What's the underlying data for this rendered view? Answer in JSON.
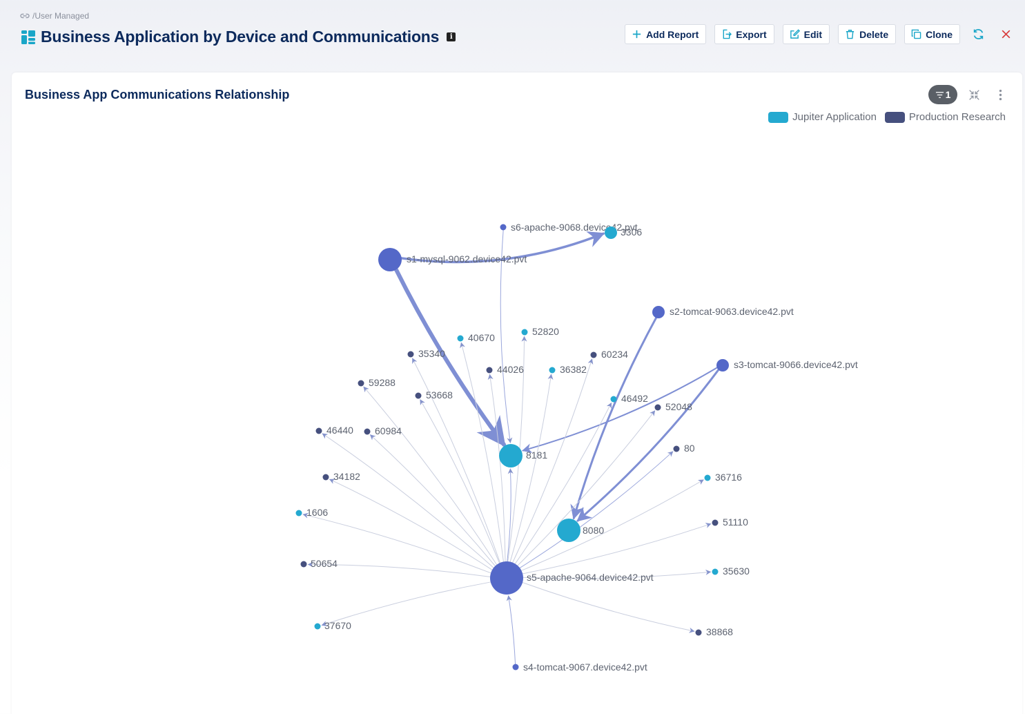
{
  "breadcrumb": {
    "text": "/User Managed",
    "icon": "link-icon"
  },
  "header": {
    "title": "Business Application by Device and Communications",
    "title_icon": "dashboard-grid-icon",
    "info_icon": "info-icon"
  },
  "toolbar": {
    "add_report": "Add Report",
    "export": "Export",
    "edit": "Edit",
    "delete": "Delete",
    "clone": "Clone",
    "refresh_icon": "refresh-icon",
    "close_icon": "close-icon"
  },
  "card": {
    "title": "Business App Communications Relationship",
    "filter_count": "1",
    "collapse_icon": "collapse-icon",
    "more_icon": "more-vertical-icon"
  },
  "legend": [
    {
      "label": "Jupiter Application",
      "color": "#24a9d0"
    },
    {
      "label": "Production Research",
      "color": "#46507e"
    }
  ],
  "colors": {
    "accent": "#1aa6c8",
    "device": "#5468c8",
    "jupiter": "#24a9d0",
    "production": "#46507e",
    "edge_heavy": "#7f8fd4",
    "edge_light": "#c9cede",
    "danger": "#d83a3a"
  },
  "graph": {
    "nodes": [
      {
        "id": "s1",
        "label": "s1-mysql-9062.device42.pvt",
        "kind": "device",
        "size": "large"
      },
      {
        "id": "s2",
        "label": "s2-tomcat-9063.device42.pvt",
        "kind": "device",
        "size": "small"
      },
      {
        "id": "s3",
        "label": "s3-tomcat-9066.device42.pvt",
        "kind": "device",
        "size": "small"
      },
      {
        "id": "s4",
        "label": "s4-tomcat-9067.device42.pvt",
        "kind": "device",
        "size": "tiny"
      },
      {
        "id": "s5",
        "label": "s5-apache-9064.device42.pvt",
        "kind": "device",
        "size": "huge"
      },
      {
        "id": "s6",
        "label": "s6-apache-9068.device42.pvt",
        "kind": "device",
        "size": "tiny"
      },
      {
        "id": "p3306",
        "label": "3306",
        "kind": "jupiter",
        "size": "small"
      },
      {
        "id": "p8181",
        "label": "8181",
        "kind": "jupiter",
        "size": "large"
      },
      {
        "id": "p8080",
        "label": "8080",
        "kind": "jupiter",
        "size": "large"
      },
      {
        "id": "p40670",
        "label": "40670",
        "kind": "jupiter",
        "size": "tiny"
      },
      {
        "id": "p52820",
        "label": "52820",
        "kind": "jupiter",
        "size": "tiny"
      },
      {
        "id": "p35340",
        "label": "35340",
        "kind": "production",
        "size": "tiny"
      },
      {
        "id": "p60234",
        "label": "60234",
        "kind": "production",
        "size": "tiny"
      },
      {
        "id": "p44026",
        "label": "44026",
        "kind": "production",
        "size": "tiny"
      },
      {
        "id": "p36382",
        "label": "36382",
        "kind": "jupiter",
        "size": "tiny"
      },
      {
        "id": "p59288",
        "label": "59288",
        "kind": "production",
        "size": "tiny"
      },
      {
        "id": "p53668",
        "label": "53668",
        "kind": "production",
        "size": "tiny"
      },
      {
        "id": "p46492",
        "label": "46492",
        "kind": "jupiter",
        "size": "tiny"
      },
      {
        "id": "p52048",
        "label": "52048",
        "kind": "production",
        "size": "tiny"
      },
      {
        "id": "p46440",
        "label": "46440",
        "kind": "production",
        "size": "tiny"
      },
      {
        "id": "p60984",
        "label": "60984",
        "kind": "production",
        "size": "tiny"
      },
      {
        "id": "p80",
        "label": "80",
        "kind": "production",
        "size": "tiny"
      },
      {
        "id": "p34182",
        "label": "34182",
        "kind": "production",
        "size": "tiny"
      },
      {
        "id": "p36716",
        "label": "36716",
        "kind": "jupiter",
        "size": "tiny"
      },
      {
        "id": "p1606",
        "label": "1606",
        "kind": "jupiter",
        "size": "tiny"
      },
      {
        "id": "p51110",
        "label": "51110",
        "kind": "production",
        "size": "tiny"
      },
      {
        "id": "p50654",
        "label": "50654",
        "kind": "production",
        "size": "tiny"
      },
      {
        "id": "p35630",
        "label": "35630",
        "kind": "jupiter",
        "size": "tiny"
      },
      {
        "id": "p37670",
        "label": "37670",
        "kind": "jupiter",
        "size": "tiny"
      },
      {
        "id": "p38868",
        "label": "38868",
        "kind": "production",
        "size": "tiny"
      }
    ],
    "edges": [
      {
        "from": "s1",
        "to": "p3306",
        "weight": "heavy"
      },
      {
        "from": "s1",
        "to": "p8181",
        "weight": "heavy"
      },
      {
        "from": "s2",
        "to": "p8080",
        "weight": "heavy"
      },
      {
        "from": "s3",
        "to": "p8080",
        "weight": "heavy"
      },
      {
        "from": "s3",
        "to": "p8181",
        "weight": "medium"
      },
      {
        "from": "s6",
        "to": "p8181",
        "weight": "light-blue"
      },
      {
        "from": "s4",
        "to": "s5",
        "weight": "light-blue"
      },
      {
        "from": "s5",
        "to": "p8181",
        "weight": "light-blue"
      },
      {
        "from": "s5",
        "to": "p80",
        "weight": "light-blue"
      },
      {
        "from": "s5",
        "to": "p40670",
        "weight": "light"
      },
      {
        "from": "s5",
        "to": "p52820",
        "weight": "light"
      },
      {
        "from": "s5",
        "to": "p35340",
        "weight": "light"
      },
      {
        "from": "s5",
        "to": "p60234",
        "weight": "light"
      },
      {
        "from": "s5",
        "to": "p44026",
        "weight": "light"
      },
      {
        "from": "s5",
        "to": "p36382",
        "weight": "light"
      },
      {
        "from": "s5",
        "to": "p59288",
        "weight": "light"
      },
      {
        "from": "s5",
        "to": "p53668",
        "weight": "light"
      },
      {
        "from": "s5",
        "to": "p46492",
        "weight": "light"
      },
      {
        "from": "s5",
        "to": "p52048",
        "weight": "light"
      },
      {
        "from": "s5",
        "to": "p46440",
        "weight": "light"
      },
      {
        "from": "s5",
        "to": "p60984",
        "weight": "light"
      },
      {
        "from": "s5",
        "to": "p34182",
        "weight": "light"
      },
      {
        "from": "s5",
        "to": "p36716",
        "weight": "light"
      },
      {
        "from": "s5",
        "to": "p1606",
        "weight": "light"
      },
      {
        "from": "s5",
        "to": "p51110",
        "weight": "light"
      },
      {
        "from": "s5",
        "to": "p50654",
        "weight": "light"
      },
      {
        "from": "s5",
        "to": "p35630",
        "weight": "light"
      },
      {
        "from": "s5",
        "to": "p37670",
        "weight": "light"
      },
      {
        "from": "s5",
        "to": "p38868",
        "weight": "light"
      }
    ]
  }
}
